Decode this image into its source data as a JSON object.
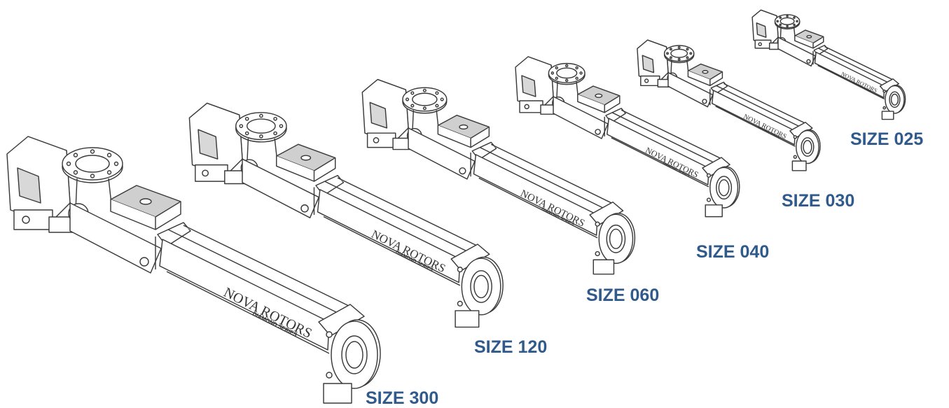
{
  "brand": "NOVA ROTORS",
  "series": "DIAMOND SERIES",
  "label_color": "#2f5a8b",
  "line_color": "#3a3a3a",
  "pumps": [
    {
      "size_label": "SIZE 300"
    },
    {
      "size_label": "SIZE 120"
    },
    {
      "size_label": "SIZE 060"
    },
    {
      "size_label": "SIZE 040"
    },
    {
      "size_label": "SIZE 030"
    },
    {
      "size_label": "SIZE 025"
    }
  ]
}
